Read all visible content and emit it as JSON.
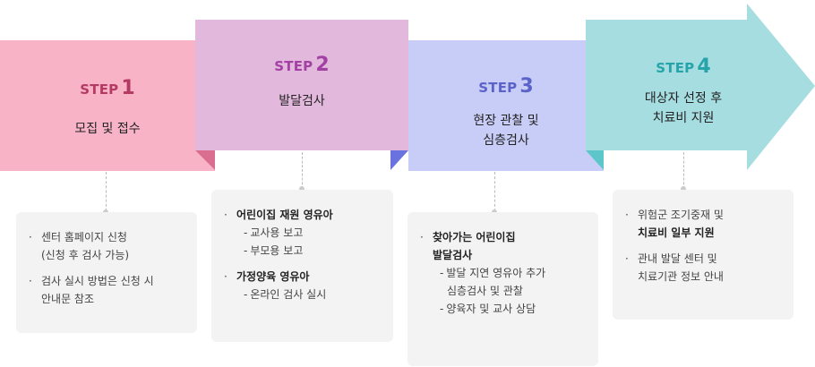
{
  "colors": {
    "step1_bg": "#f8b3c7",
    "step1_accent": "#b43a63",
    "step1_fold": "#d96e90",
    "step2_bg": "#e2b8dc",
    "step2_accent": "#a240a3",
    "step3_bg": "#c8cdf7",
    "step3_accent": "#5b62c9",
    "step3_fold": "#6a72e0",
    "step4_bg": "#a5dde1",
    "step4_accent": "#26a4a9",
    "step4_fold": "#5cc6cb",
    "card_bg": "#f3f3f3"
  },
  "steps": [
    {
      "label": "STEP",
      "number": "1",
      "title_lines": [
        "모집 및 접수"
      ]
    },
    {
      "label": "STEP",
      "number": "2",
      "title_lines": [
        "발달검사"
      ]
    },
    {
      "label": "STEP",
      "number": "3",
      "title_lines": [
        "현장 관찰 및",
        "심층검사"
      ]
    },
    {
      "label": "STEP",
      "number": "4",
      "title_lines": [
        "대상자 선정 후",
        "치료비 지원"
      ]
    }
  ],
  "cards": [
    {
      "items": [
        {
          "bullet": "·",
          "lines": [
            "센터 홈페이지 신청",
            "(신청 후 검사 가능)"
          ]
        },
        {
          "bullet": "·",
          "lines": [
            "검사 실시 방법은 신청 시",
            "안내문 참조"
          ]
        }
      ]
    },
    {
      "items": [
        {
          "bullet": "·",
          "text": "어린이집 재원 영유아",
          "subs": [
            "교사용 보고",
            "부모용 보고"
          ]
        },
        {
          "bullet": "·",
          "text": "가정양육 영유아",
          "subs": [
            "온라인 검사 실시"
          ]
        }
      ]
    },
    {
      "items": [
        {
          "bullet": "·",
          "lines": [
            "찾아가는 어린이집",
            "발달검사"
          ],
          "subs": [
            "발달 지연 영유아 추가",
            "심층검사 및 관찰",
            "양육자 및 교사 상담"
          ]
        }
      ]
    },
    {
      "items": [
        {
          "bullet": "·",
          "line1": "위험군 조기중재 및",
          "line2": "치료비 일부 지원"
        },
        {
          "bullet": "·",
          "lines": [
            "관내 발달 센터 및",
            "치료기관 정보 안내"
          ]
        }
      ]
    }
  ]
}
